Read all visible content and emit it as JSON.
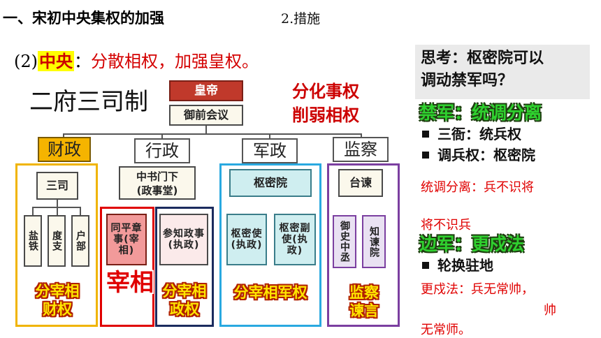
{
  "header": {
    "title": "一、宋初中央集权的加强",
    "subtitle": "2.措施"
  },
  "central": {
    "prefix": "(2)",
    "highlight": "中央",
    "colon": "：",
    "text": "分散相权，加强皇权。"
  },
  "diagram": {
    "system_name": "二府三司制",
    "slogan_line1": "分化事权",
    "slogan_line2": "削弱相权",
    "emperor": "皇帝",
    "council": "御前会议",
    "branches": {
      "finance": "财政",
      "admin": "行政",
      "army": "军政",
      "supervise": "监察"
    },
    "offices": {
      "sansi": "三司",
      "zhongshu_line1": "中书门下",
      "zhongshu_line2": "(政事堂)",
      "shumiyuan": "枢密院",
      "taijian": "台谏"
    },
    "sub_offices": {
      "yantie": "盐铁",
      "duzhi": "度支",
      "hubu": "户部",
      "tongping": "同平章事(宰相)",
      "canzhi": "参知政事(执政)",
      "shumishi": "枢密使(执政)",
      "shumifu": "枢密副使(执政)",
      "yushi": "御史中丞",
      "zhijian": "知谏院"
    },
    "tags": {
      "finance_line1": "分宰相",
      "finance_line2": "财权",
      "zaixiang": "宰相",
      "admin_line1": "分宰相",
      "admin_line2": "政权",
      "army": "分宰相军权",
      "supervise_line1": "监察",
      "supervise_line2": "谏言"
    }
  },
  "side": {
    "think_line1": "思考：枢密院可以",
    "think_line2": "调动禁军吗？",
    "heading1": "禁军：统调分离",
    "bullet1": "三衙：统兵权",
    "bullet2": "调兵权：枢密院",
    "note1a": "统调分离：兵不识将",
    "note1b": "将不识兵",
    "heading2": "边军：更戍法",
    "bullet3": "轮换驻地",
    "note2a": "更戍法：兵无常帅，",
    "note2b": "帅",
    "note2c": "无常师。"
  }
}
